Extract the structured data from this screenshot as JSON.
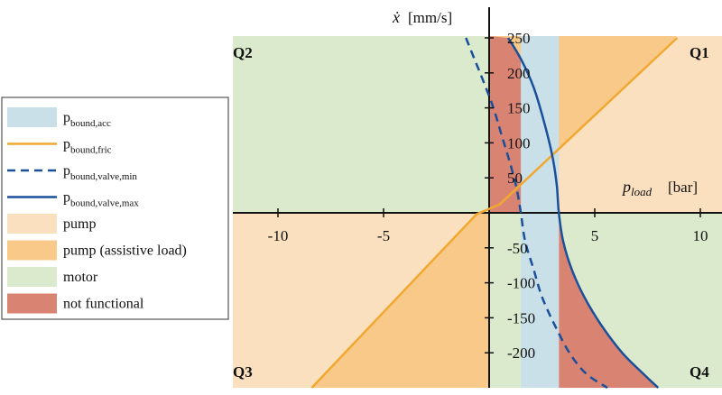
{
  "chart_data": {
    "type": "area",
    "xlabel": "p_load [bar]",
    "xlabel_main": "p",
    "xlabel_sub": "load",
    "xlabel_unit": "[bar]",
    "ylabel": "ẋ [mm/s]",
    "ylabel_main": "ẋ",
    "ylabel_unit": "[mm/s]",
    "xlim": [
      -12,
      11.5
    ],
    "ylim": [
      -250,
      250
    ],
    "x_ticks": [
      -10,
      -5,
      5,
      10
    ],
    "x_tick_labels": [
      "-10",
      "-5",
      "5",
      "10"
    ],
    "y_ticks": [
      -200,
      -150,
      -100,
      -50,
      50,
      100,
      150,
      200,
      250
    ],
    "y_tick_labels": [
      "-200",
      "-150",
      "-100",
      "-50",
      "50",
      "100",
      "150",
      "200",
      "250"
    ],
    "quadrant_labels": {
      "q1": "Q1",
      "q2": "Q2",
      "q3": "Q3",
      "q4": "Q4"
    },
    "colors": {
      "pump": "#fbe0c0",
      "pump_assistive": "#f9c98a",
      "motor": "#dbeacd",
      "not_functional": "#d98373",
      "acc_band": "#c9e0e8",
      "fric_line": "#f0a830",
      "valve_line": "#1a4f9a"
    },
    "acc_band_x": [
      1.5,
      3.3
    ],
    "series": [
      {
        "name": "p_bound,fric",
        "style": "solid",
        "points": [
          [
            -8.4,
            -250
          ],
          [
            -0.6,
            -2
          ],
          [
            0.5,
            12
          ],
          [
            8.9,
            250
          ]
        ]
      },
      {
        "name": "p_bound,valve,min",
        "style": "dashed",
        "points": [
          [
            -1.1,
            250
          ],
          [
            -0.7,
            220
          ],
          [
            -0.3,
            190
          ],
          [
            0.2,
            150
          ],
          [
            0.6,
            110
          ],
          [
            1.0,
            70
          ],
          [
            1.3,
            35
          ],
          [
            1.5,
            0
          ],
          [
            1.7,
            -40
          ],
          [
            2.1,
            -80
          ],
          [
            2.5,
            -120
          ],
          [
            3.1,
            -160
          ],
          [
            3.8,
            -200
          ],
          [
            4.6,
            -230
          ],
          [
            5.6,
            -250
          ]
        ]
      },
      {
        "name": "p_bound,valve,max",
        "style": "solid",
        "points": [
          [
            0.9,
            250
          ],
          [
            1.5,
            220
          ],
          [
            2.1,
            180
          ],
          [
            2.6,
            130
          ],
          [
            3.0,
            80
          ],
          [
            3.2,
            40
          ],
          [
            3.3,
            0
          ],
          [
            3.5,
            -40
          ],
          [
            3.9,
            -80
          ],
          [
            4.5,
            -120
          ],
          [
            5.3,
            -160
          ],
          [
            6.3,
            -200
          ],
          [
            7.3,
            -230
          ],
          [
            8.0,
            -250
          ]
        ]
      }
    ],
    "legend": {
      "placement": "left",
      "entries": [
        {
          "main": "p",
          "sub": "bound,acc",
          "kind": "box",
          "color_key": "acc_band"
        },
        {
          "main": "p",
          "sub": "bound,fric",
          "kind": "line",
          "color_key": "fric_line"
        },
        {
          "main": "p",
          "sub": "bound,valve,min",
          "kind": "dashed",
          "color_key": "valve_line"
        },
        {
          "main": "p",
          "sub": "bound,valve,max",
          "kind": "line",
          "color_key": "valve_line"
        },
        {
          "main": "pump",
          "sub": "",
          "kind": "box",
          "color_key": "pump"
        },
        {
          "main": "pump (assistive load)",
          "sub": "",
          "kind": "box",
          "color_key": "pump_assistive"
        },
        {
          "main": "motor",
          "sub": "",
          "kind": "box",
          "color_key": "motor"
        },
        {
          "main": "not functional",
          "sub": "",
          "kind": "box",
          "color_key": "not_functional"
        }
      ]
    }
  }
}
